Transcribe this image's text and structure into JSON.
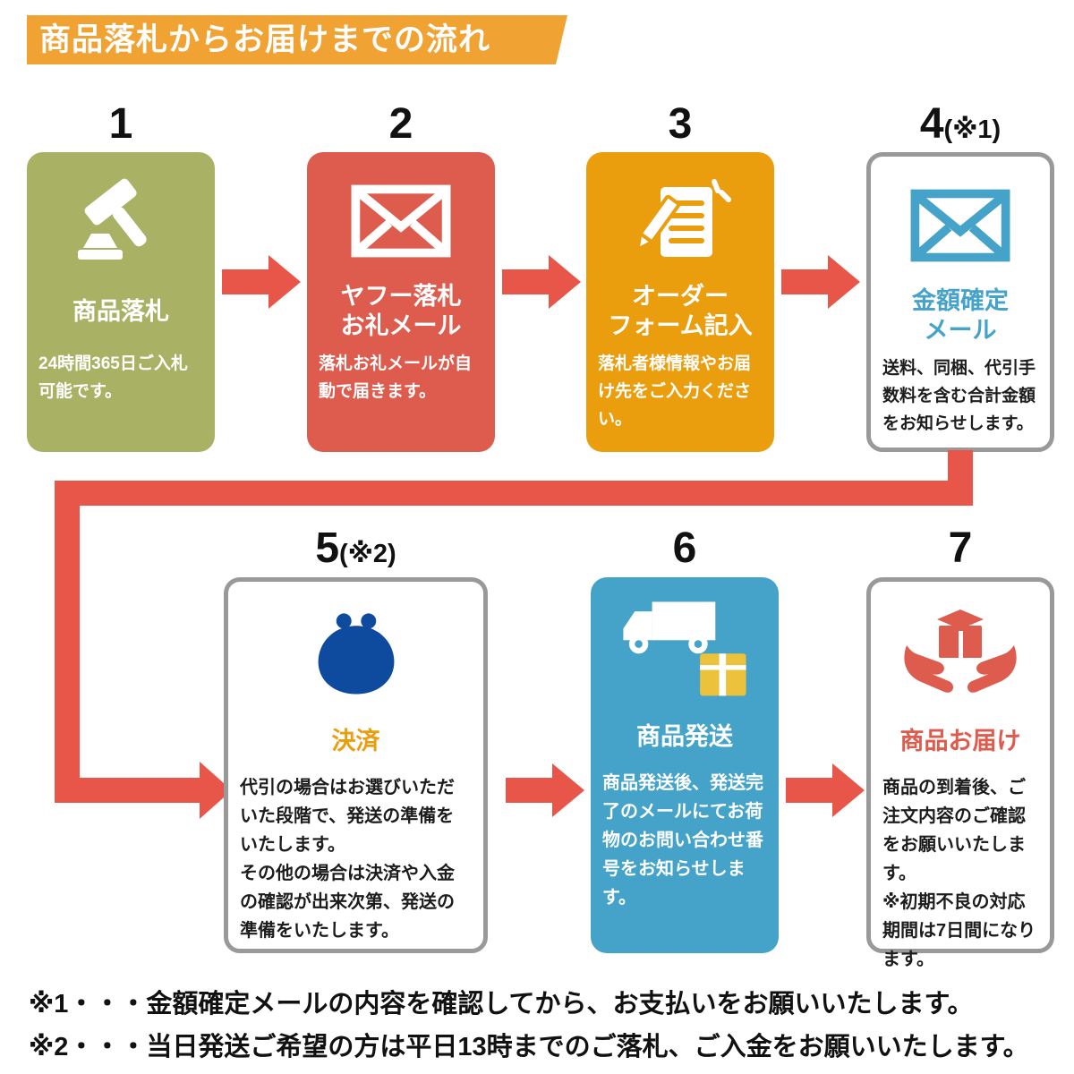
{
  "header": {
    "title": "商品落札からお届けまでの流れ",
    "bg_color": "#F0A233"
  },
  "steps": [
    {
      "number": "1",
      "number_suffix": "",
      "icon": "gavel-icon",
      "title": "商品落札",
      "body": "24時間365日ご入札可能です。",
      "style": "solid",
      "color": "#A9B164"
    },
    {
      "number": "2",
      "number_suffix": "",
      "icon": "mail-icon",
      "title": "ヤフー落札\nお礼メール",
      "body": "落札お礼メールが自動で届きます。",
      "style": "solid",
      "color": "#DE5C4E"
    },
    {
      "number": "3",
      "number_suffix": "",
      "icon": "order-form-icon",
      "title": "オーダー\nフォーム記入",
      "body": "落札者様情報やお届け先をご入力ください。",
      "style": "solid",
      "color": "#EA9E0E"
    },
    {
      "number": "4",
      "number_suffix": "(※1)",
      "icon": "mail-icon",
      "title": "金額確定\nメール",
      "body": "送料、同梱、代引手数料を含む合計金額をお知らせします。",
      "style": "outline",
      "color": "#45A3CA"
    },
    {
      "number": "5",
      "number_suffix": "(※2)",
      "icon": "coin-purse-icon",
      "title": "決済",
      "body": "代引の場合はお選びいただいた段階で、発送の準備をいたします。\nその他の場合は決済や入金の確認が出来次第、発送の準備をいたします。",
      "style": "outline",
      "color": "#EA9E0E",
      "icon_color": "#0E4A9E"
    },
    {
      "number": "6",
      "number_suffix": "",
      "icon": "truck-box-icon",
      "title": "商品発送",
      "body": "商品発送後、発送完了のメールにてお荷物のお問い合わせ番号をお知らせします。",
      "style": "solid",
      "color": "#45A3CA"
    },
    {
      "number": "7",
      "number_suffix": "",
      "icon": "delivery-hands-icon",
      "title": "商品お届け",
      "body": "商品の到着後、ご注文内容のご確認をお願いいたします。\n※初期不良の対応期間は7日間になります。",
      "style": "outline",
      "color": "#DE5C4E"
    }
  ],
  "footnotes": [
    "※1・・・金額確定メールの内容を確認してから、お支払いをお願いいたします。",
    "※2・・・当日発送ご希望の方は平日13時までのご落札、ご入金をお願いいたします。"
  ],
  "colors": {
    "arrow": "#E8564A",
    "background": "#FFFFFF",
    "box_yellow": "#ECC23C",
    "purse_navy": "#0E4A9E"
  }
}
